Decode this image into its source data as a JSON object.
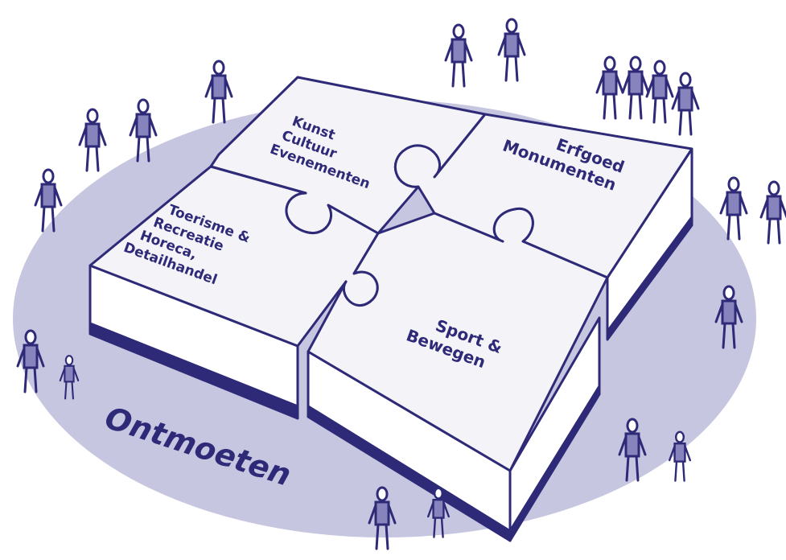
{
  "colors": {
    "ink": "#2e2a78",
    "ellipse": "#c6c6e0",
    "puzzle_top": "#f3f3f8",
    "puzzle_side": "#ffffff",
    "figure_fill": "#8784bd"
  },
  "pieces": {
    "top_left": {
      "lines": [
        "Kunst",
        "Cultuur",
        "Evenementen"
      ]
    },
    "top_right": {
      "lines": [
        "Erfgoed",
        "Monumenten"
      ]
    },
    "bottom_left": {
      "lines": [
        "Toerisme &",
        "Recreatie",
        "Horeca,",
        "Detailhandel"
      ]
    },
    "bottom_right": {
      "lines": [
        "Sport &",
        "Bewegen"
      ]
    }
  },
  "ground_label": "Ontmoeten"
}
